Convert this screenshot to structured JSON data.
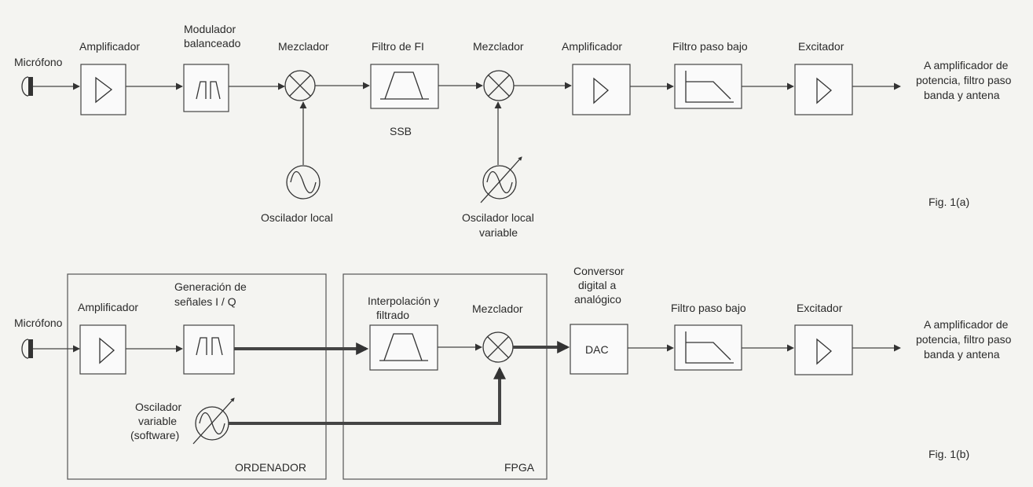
{
  "fig_a": {
    "mic_label": "Micrófono",
    "amp1_label": "Amplificador",
    "mod_label_line1": "Modulador",
    "mod_label_line2": "balanceado",
    "mixer1_label": "Mezclador",
    "if_filter_label": "Filtro de FI",
    "ssb_label": "SSB",
    "mixer2_label": "Mezclador",
    "amp2_label": "Amplificador",
    "lpf_label": "Filtro paso bajo",
    "exciter_label": "Excitador",
    "lo_label": "Oscilador local",
    "vlo_label_line1": "Oscilador local",
    "vlo_label_line2": "variable",
    "output_line1": "A amplificador de",
    "output_line2": "potencia, filtro paso",
    "output_line3": "banda y antena",
    "caption": "Fig. 1(a)"
  },
  "fig_b": {
    "mic_label": "Micrófono",
    "amp_label": "Amplificador",
    "iq_label_line1": "Generación de",
    "iq_label_line2": "señales I / Q",
    "interp_label_line1": "Interpolación y",
    "interp_label_line2": "filtrado",
    "mixer_label": "Mezclador",
    "dac_label_line1": "Conversor",
    "dac_label_line2": "digital a",
    "dac_label_line3": "analógico",
    "dac_box_text": "DAC",
    "lpf_label": "Filtro paso bajo",
    "exciter_label": "Excitador",
    "osc_label_line1": "Oscilador",
    "osc_label_line2": "variable",
    "osc_label_line3": "(software)",
    "computer_group_label": "ORDENADOR",
    "fpga_group_label": "FPGA",
    "output_line1": "A amplificador de",
    "output_line2": "potencia, filtro paso",
    "output_line3": "banda y antena",
    "caption": "Fig. 1(b)"
  },
  "icons": [
    "microphone-icon",
    "amplifier-triangle-icon",
    "bandpass-filter-icon",
    "mixer-cross-icon",
    "sine-oscillator-icon",
    "variable-oscillator-icon",
    "lowpass-filter-icon"
  ]
}
